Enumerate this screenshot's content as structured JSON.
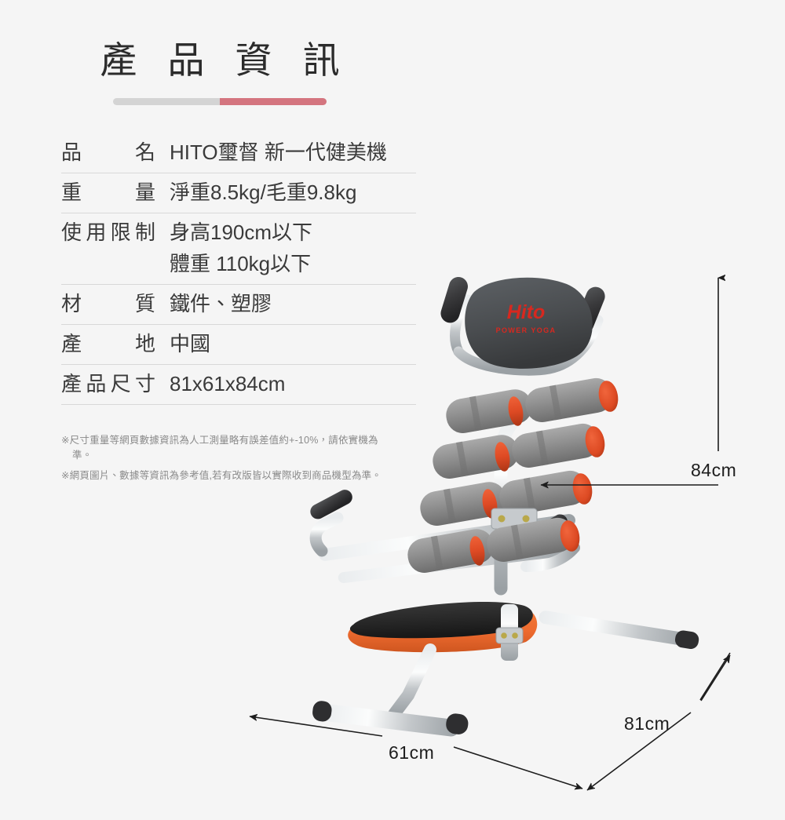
{
  "header": {
    "title": "產 品 資 訊",
    "rule_left_color": "#d4d4d4",
    "rule_right_color": "#d4757f"
  },
  "spec_table": {
    "rows": [
      {
        "label": "品名",
        "value": "HITO璽督 新一代健美機"
      },
      {
        "label": "重量",
        "value": "淨重8.5kg/毛重9.8kg"
      },
      {
        "label": "使用限制",
        "value": "身高190cm以下\n體重 110kg以下"
      },
      {
        "label": "材質",
        "value": "鐵件、塑膠"
      },
      {
        "label": "產地",
        "value": "中國"
      },
      {
        "label": "產品尺寸",
        "value": "81x61x84cm"
      }
    ]
  },
  "notes": [
    "※尺寸重量等網頁數據資訊為人工測量略有誤差值約+-10%，請依實機為準。",
    "※網頁圖片、數據等資訊為參考值,若有改版皆以實際收到商品機型為準。"
  ],
  "product": {
    "brand_logo": "Hito",
    "brand_tagline": "POWER YOGA",
    "colors": {
      "pad_dark": "#4a4d50",
      "foam_gray": "#8e8e8e",
      "accent_red": "#e04a28",
      "seat_black": "#2d2d2d",
      "seat_orange": "#ee6b2f",
      "frame_silver": "#c9ccce",
      "grip_black": "#3a3a3c"
    }
  },
  "dimensions": {
    "height": "84cm",
    "depth": "81cm",
    "width": "61cm"
  }
}
